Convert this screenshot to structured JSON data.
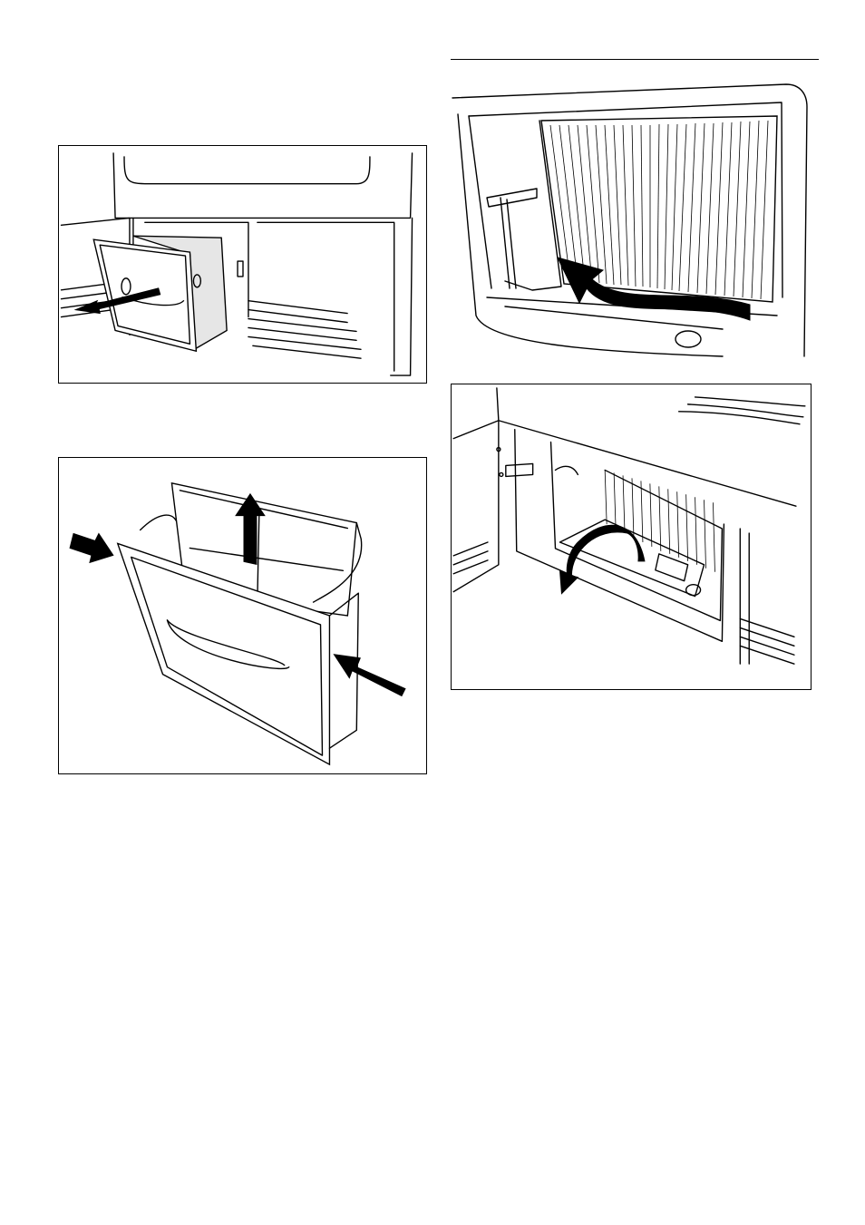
{
  "figures": [
    {
      "id": "fig-pull-out-filter-drawer",
      "icon": "arrow-pull-out-icon"
    },
    {
      "id": "fig-squeeze-remove-filter",
      "icon": "arrow-up-icon"
    },
    {
      "id": "fig-filter-chamber-lift",
      "icon": "curved-arrow-icon"
    },
    {
      "id": "fig-flip-flap-open",
      "icon": "curved-arrow-down-icon"
    }
  ],
  "colors": {
    "line": "#000000",
    "background": "#ffffff",
    "shade": "#e6e6e6"
  }
}
